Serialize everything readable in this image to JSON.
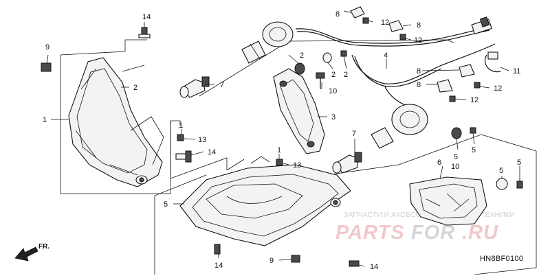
{
  "callouts": {
    "n1": "1",
    "n2a": "2",
    "n2b": "2",
    "n2c": "2",
    "n3": "3",
    "n4": "4",
    "n5a": "5",
    "n5b": "5",
    "n5c": "5",
    "n5d": "5",
    "n6": "6",
    "n7a": "7",
    "n7b": "7",
    "n8a": "8",
    "n8b": "8",
    "n8c": "8",
    "n8d": "8",
    "n9a": "9",
    "n9b": "9",
    "n10a": "10",
    "n10b": "10",
    "n11": "11",
    "n12a": "12",
    "n12b": "12",
    "n12c": "12",
    "n12d": "12",
    "n13a": "13",
    "n13b": "13",
    "n14a": "14",
    "n14b": "14",
    "n14c": "14",
    "n14d": "14"
  },
  "front_arrow": {
    "label": "FR."
  },
  "diagram_code": "HN8BF0100",
  "watermark": {
    "top_text": "ЗАПЧАСТИ И АКСЕССУАРЫ ДЛЯ МОТОТЕХНИКИ",
    "brand_red": "PARTS",
    "brand_gray": "FOR",
    "brand_tail": ".RU",
    "colors": {
      "red": "#f1c9c9",
      "gray": "#d6d6d6"
    }
  }
}
